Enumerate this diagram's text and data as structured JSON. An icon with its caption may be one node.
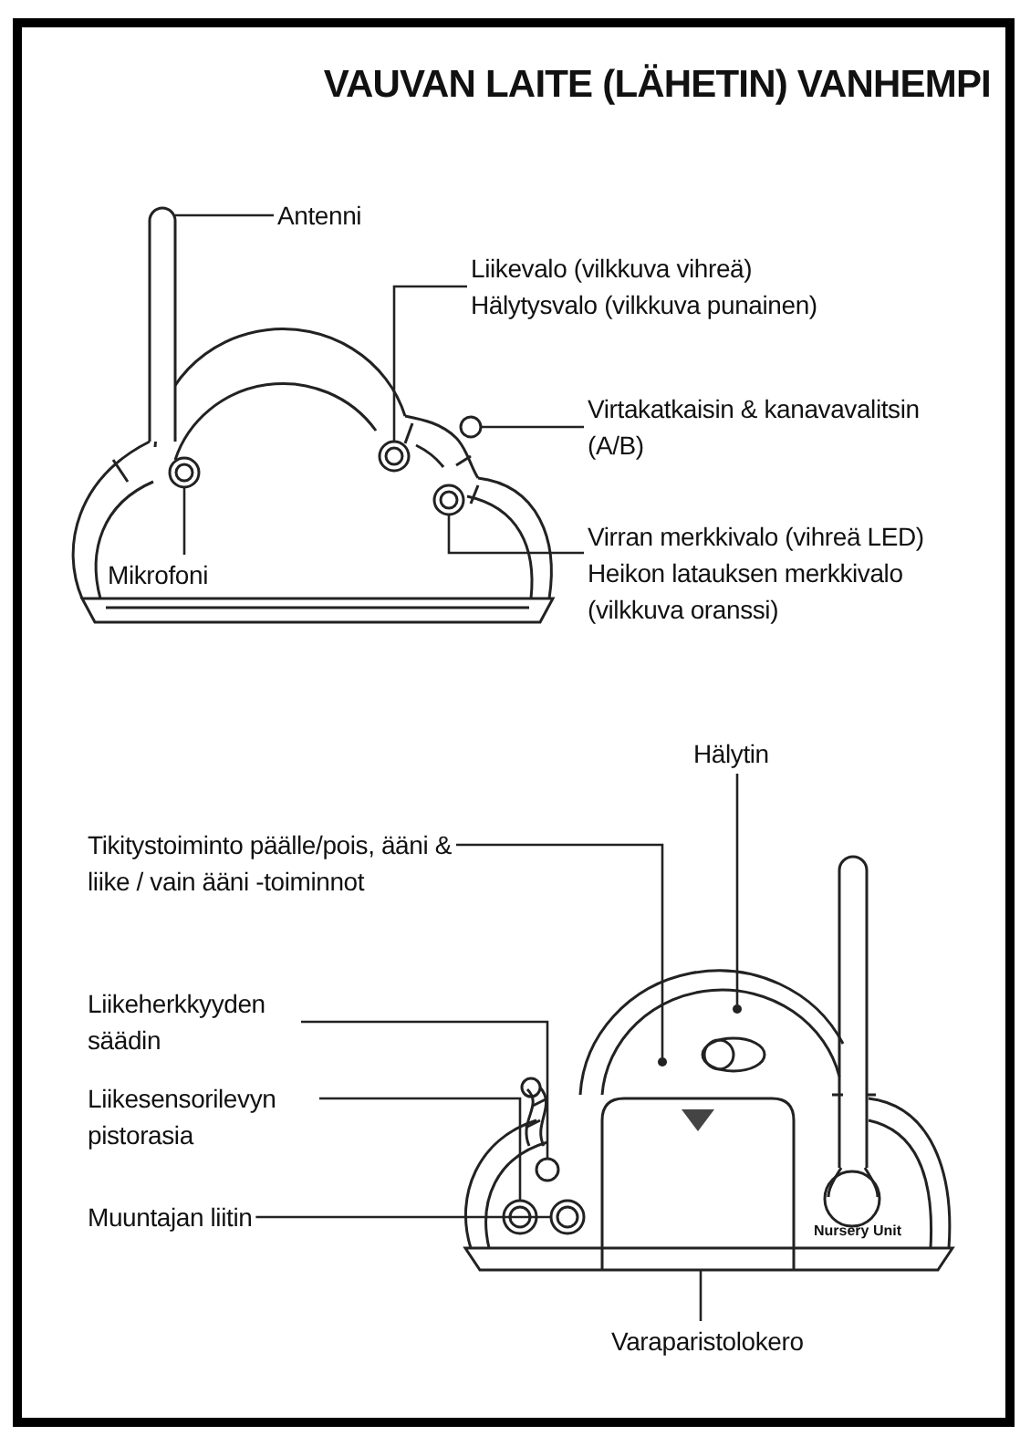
{
  "diagram": {
    "title": "VAUVAN LAITE (LÄHETIN) VANHEMPI",
    "nodes": [
      {
        "text": [
          "Antenni"
        ]
      },
      {
        "text": [],
        "shape": "bar"
      },
      {
        "text": [
          "Liikevalo (vilkkuva vihreä)",
          "Hälytysvalo (vilkkuva punainen)"
        ]
      },
      {
        "text": [],
        "shape": "circle"
      },
      {
        "text": [
          "Virtakatkaisin & kanavavalitsin (A/B)"
        ]
      },
      {
        "text": [],
        "shape": "circle"
      },
      {
        "text": [],
        "shape": "circle"
      },
      {
        "text": [
          "Mikrofoni"
        ]
      },
      {
        "text": [
          "Virran merkkivalo (vihreä LED)",
          "Heikon latauksen merkkivalo (vilkkuva oranssi)"
        ]
      },
      {
        "text": [],
        "shape": "circle"
      },
      {
        "text": [
          "Hälytin"
        ]
      },
      {
        "text": [],
        "shape": "circle"
      },
      {
        "text": [
          "Tikitystoiminto päälle/pois, ääni & liike / vain ääni -toiminnot"
        ]
      },
      {
        "text": [],
        "shape": "circle"
      },
      {
        "text": [
          "Liikeherkkyyden säädin"
        ]
      },
      {
        "text": [],
        "shape": "circle"
      },
      {
        "text": [
          "Liikesensorilevyn pistorasia"
        ]
      },
      {
        "text": [],
        "shape": "circle"
      },
      {
        "text": [
          "Muuntajan liitin"
        ]
      },
      {
        "text": [],
        "shape": "circle"
      },
      {
        "text": [
          "Varaparistolokero"
        ]
      },
      {
        "text": [],
        "shape": "box"
      }
    ],
    "edges": [
      {
        "from": 0,
        "to": 1,
        "arrow": "none"
      },
      {
        "from": 2,
        "to": 3,
        "arrow": "none"
      },
      {
        "from": 4,
        "to": 5,
        "arrow": "none"
      },
      {
        "from": 7,
        "to": 6,
        "arrow": "none"
      },
      {
        "from": 8,
        "to": 9,
        "arrow": "none"
      },
      {
        "from": 10,
        "to": 11,
        "arrow": "none"
      },
      {
        "from": 12,
        "to": 13,
        "arrow": "none"
      },
      {
        "from": 14,
        "to": 15,
        "arrow": "none"
      },
      {
        "from": 16,
        "to": 17,
        "arrow": "none"
      },
      {
        "from": 18,
        "to": 19,
        "arrow": "none"
      },
      {
        "from": 20,
        "to": 21,
        "arrow": "none"
      }
    ],
    "labels": [
      "Nursery Unit"
    ]
  }
}
